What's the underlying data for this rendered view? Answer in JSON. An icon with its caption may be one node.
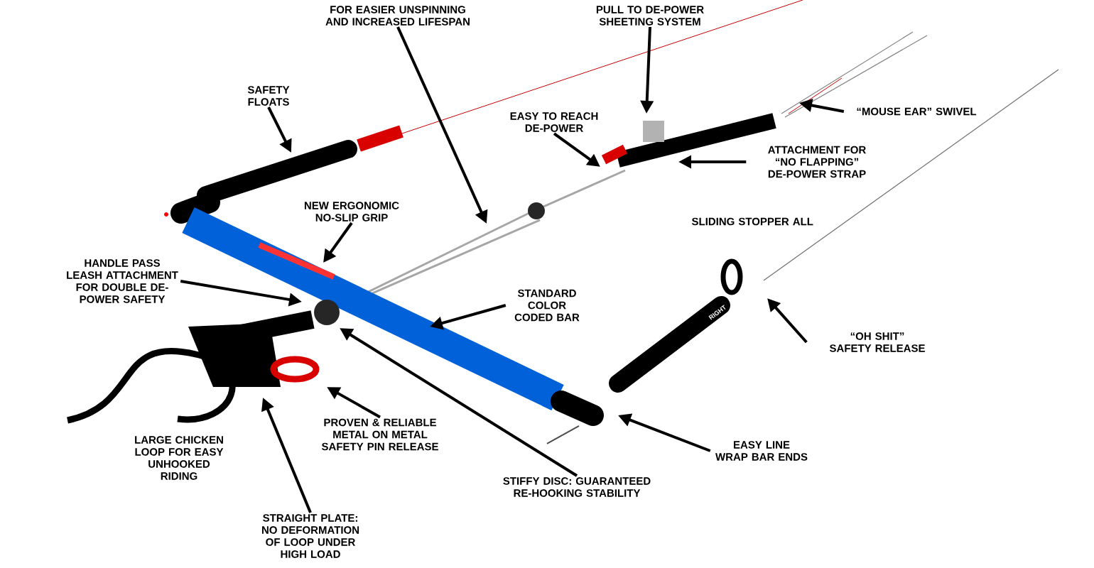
{
  "diagram": {
    "nodes": [
      {
        "text": [
          "FOR EASIER UNSPINNING AND INCREASED LIFESPAN"
        ]
      },
      {
        "text": [
          "PULL TO DE-POWER SHEETING SYSTEM"
        ]
      },
      {
        "text": [
          "SAFETY FLOATS"
        ]
      },
      {
        "text": [
          "EASY TO REACH DE-POWER"
        ]
      },
      {
        "text": [
          "“MOUSE EAR” SWIVEL"
        ]
      },
      {
        "text": [
          "ATTACHMENT FOR “NO FLAPPING” DE-POWER STRAP"
        ]
      },
      {
        "text": [
          "NEW ERGONOMIC NO-SLIP GRIP"
        ]
      },
      {
        "text": [
          "HANDLE PASS LEASH ATTACHMENT FOR DOUBLE DE-POWER SAFETY"
        ]
      },
      {
        "text": [
          "STANDARD COLOR CODED BAR"
        ]
      },
      {
        "text": [
          "“OH SHIT” SAFETY RELEASE"
        ]
      },
      {
        "text": [
          "PROVEN & RELIABLE METAL ON METAL SAFETY PIN RELEASE"
        ]
      },
      {
        "text": [
          "EASY LINE WRAP BAR ENDS"
        ]
      },
      {
        "text": [
          "STIFFY DISC: GUARANTEED RE-HOOKING STABILITY"
        ]
      },
      {
        "text": [
          "STRAIGHT PLATE: NO DEFORMATION OF LOOP UNDER HIGH LOAD"
        ]
      }
    ],
    "edges": [
      {
        "from": 0,
        "to": null,
        "arrow": "to"
      },
      {
        "from": 1,
        "to": null,
        "arrow": "to"
      },
      {
        "from": 2,
        "to": null,
        "arrow": "to"
      },
      {
        "from": 3,
        "to": null,
        "arrow": "to"
      },
      {
        "from": 4,
        "to": null,
        "arrow": "to"
      },
      {
        "from": 5,
        "to": null,
        "arrow": "to"
      },
      {
        "from": 6,
        "to": null,
        "arrow": "to"
      },
      {
        "from": 7,
        "to": null,
        "arrow": "to"
      },
      {
        "from": 8,
        "to": null,
        "arrow": "to"
      },
      {
        "from": 9,
        "to": null,
        "arrow": "to"
      },
      {
        "from": 10,
        "to": null,
        "arrow": "to"
      },
      {
        "from": 11,
        "to": null,
        "arrow": "to"
      },
      {
        "from": 12,
        "to": null,
        "arrow": "to"
      },
      {
        "from": 13,
        "to": null,
        "arrow": "to"
      }
    ],
    "labels": [
      "SLIDING STOPPER ALL",
      "LARGE CHICKEN LOOP FOR EASY UNHOOKED RIDING",
      "RIGHT"
    ]
  }
}
